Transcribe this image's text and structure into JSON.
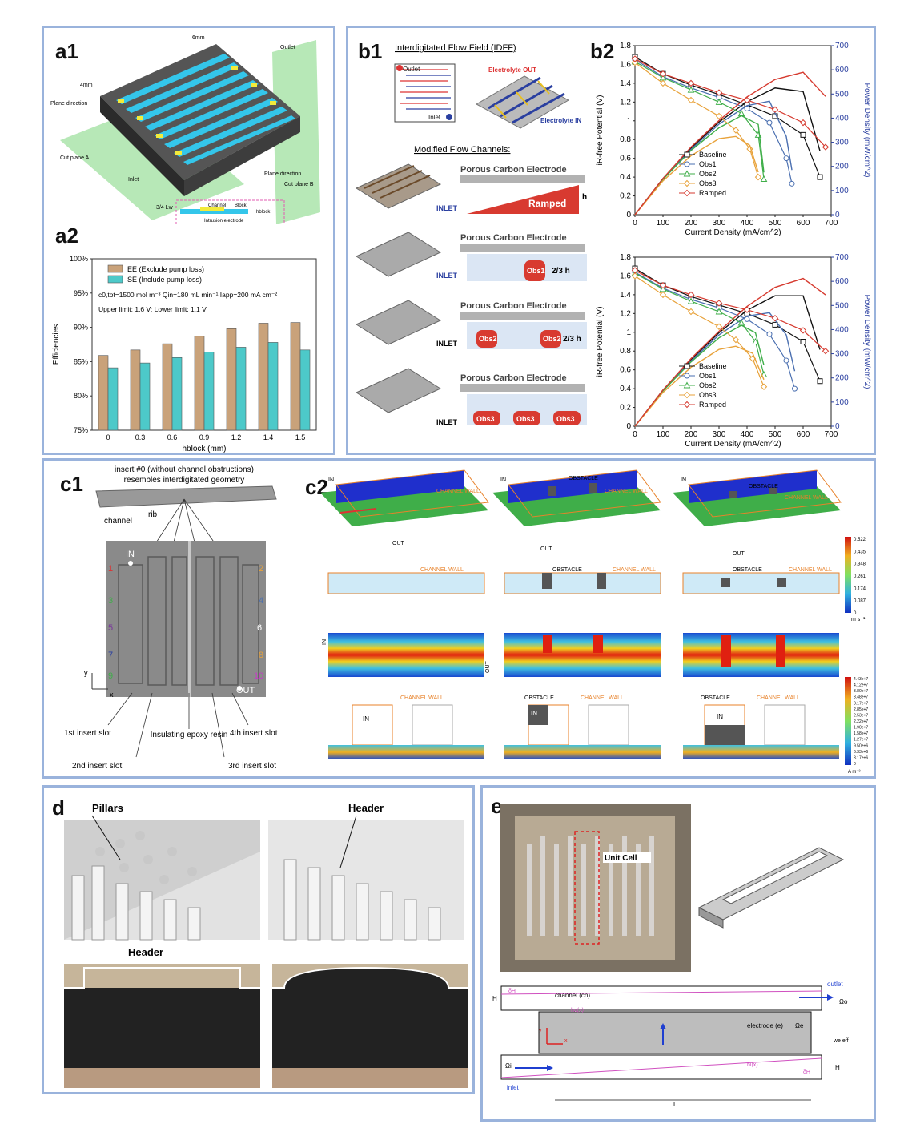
{
  "panels": {
    "a1": {
      "label": "a1",
      "texts": [
        "6mm",
        "Outlet",
        "4mm",
        "Plane direction",
        "Cut plane A",
        "Inlet",
        "Plane direction",
        "Cut plane B",
        "3/4 Lw",
        "Channel",
        "Block",
        "hblock",
        "Intrusion electrode"
      ]
    },
    "a2": {
      "label": "a2"
    },
    "b1": {
      "label": "b1",
      "title": "Interdigitated Flow Field (IDFF)",
      "outlet": "Outlet",
      "inlet": "Inlet",
      "elec_out": "Electrolyte OUT",
      "elec_in": "Electrolyte IN",
      "modified": "Modified Flow Channels:",
      "pce": "Porous Carbon Electrode",
      "inlet_caps": "INLET",
      "ramped": "Ramped",
      "h": "h",
      "obs1": "Obs1",
      "obs2": "Obs2",
      "obs3": "Obs3",
      "twothirds": "2/3 h"
    },
    "b2": {
      "label": "b2"
    },
    "c1": {
      "label": "c1",
      "insert_title": "insert #0 (without channel obstructions)",
      "insert_sub": "resembles interdigitated geometry",
      "channel": "channel",
      "rib": "rib",
      "in": "IN",
      "out": "OUT",
      "slot1": "1st insert slot",
      "slot2": "2nd insert slot",
      "slot3": "3rd insert slot",
      "slot4": "4th insert slot",
      "epoxy": "Insulating epoxy resin",
      "nums": [
        "1",
        "2",
        "3",
        "4",
        "5",
        "6",
        "7",
        "8",
        "9",
        "10"
      ],
      "y": "y",
      "x": "x"
    },
    "c2": {
      "label": "c2",
      "in": "IN",
      "out": "OUT",
      "wall": "CHANNEL WALL",
      "obstacle": "OBSTACLE",
      "cb1": [
        "0.522",
        "0.435",
        "0.348",
        "0.261",
        "0.174",
        "0.087",
        "0"
      ],
      "cb1_unit": "m s⁻¹",
      "cb2": [
        "4.43e+7",
        "4.12e+7",
        "3.80e+7",
        "3.48e+7",
        "3.17e+7",
        "2.85e+7",
        "2.53e+7",
        "2.22e+7",
        "1.90e+7",
        "1.58e+7",
        "1.27e+7",
        "9.50e+6",
        "6.33e+6",
        "3.17e+6",
        "0"
      ],
      "cb2_unit": "A m⁻³"
    },
    "d": {
      "label": "d",
      "pillars": "Pillars",
      "header": "Header",
      "header2": "Header"
    },
    "e": {
      "label": "e",
      "unit_cell": "Unit Cell",
      "channel": "channel (ch)",
      "outlet": "outlet",
      "inlet": "inlet",
      "electrode": "electrode (e)",
      "omega_e": "Ωe",
      "omega_o": "Ωo",
      "omega_i": "Ωi",
      "H": "H",
      "L": "L",
      "dH": "δH",
      "ho": "ho(x)",
      "hi": "hi(x)",
      "weff": "we eff",
      "y": "y",
      "x": "x"
    }
  },
  "chart_data": [
    {
      "type": "bar",
      "title": "",
      "categories": [
        "0",
        "0.3",
        "0.6",
        "0.9",
        "1.2",
        "1.4",
        "1.5"
      ],
      "series": [
        {
          "name": "EE (Exclude pump loss)",
          "values": [
            85.9,
            86.7,
            87.6,
            88.7,
            89.8,
            90.6,
            90.7
          ],
          "color": "#c9a27a"
        },
        {
          "name": "SE (Include pump loss)",
          "values": [
            84.1,
            84.8,
            85.6,
            86.4,
            87.1,
            87.8,
            86.7
          ],
          "color": "#4dc9c9"
        }
      ],
      "xlabel": "hblock (mm)",
      "ylabel": "Efficiencies",
      "yticks": [
        "75%",
        "80%",
        "85%",
        "90%",
        "95%",
        "100%"
      ],
      "ylim": [
        75,
        100
      ],
      "annotations": [
        "c0,tot=1500 mol m⁻³  Qin=180 mL min⁻¹  Iapp=200 mA cm⁻²",
        "Upper limit: 1.6 V; Lower limit: 1.1 V"
      ]
    },
    {
      "type": "line",
      "title": "",
      "xlabel": "Current Density (mA/cm^2)",
      "ylabel": "iR-free Potential (V)",
      "y2label": "Power Density (mW/cm^2)",
      "xticks": [
        0,
        100,
        200,
        300,
        400,
        500,
        600,
        700
      ],
      "yticks": [
        0,
        0.2,
        0.4,
        0.6,
        0.8,
        1,
        1.2,
        1.4,
        1.6,
        1.8
      ],
      "y2ticks": [
        0,
        100,
        200,
        300,
        400,
        500,
        600,
        700
      ],
      "xlim": [
        0,
        700
      ],
      "ylim": [
        0,
        1.8
      ],
      "y2lim": [
        0,
        700
      ],
      "series": [
        {
          "name": "Baseline",
          "color": "#111111",
          "marker": "square",
          "potential": [
            [
              0,
              1.68
            ],
            [
              100,
              1.5
            ],
            [
              200,
              1.38
            ],
            [
              300,
              1.28
            ],
            [
              400,
              1.17
            ],
            [
              500,
              1.05
            ],
            [
              600,
              0.85
            ],
            [
              660,
              0.4
            ]
          ],
          "power": [
            [
              0,
              0
            ],
            [
              100,
              150
            ],
            [
              200,
              276
            ],
            [
              300,
              384
            ],
            [
              400,
              468
            ],
            [
              500,
              525
            ],
            [
              600,
              510
            ],
            [
              660,
              264
            ]
          ]
        },
        {
          "name": "Obs1",
          "color": "#4a6fb0",
          "marker": "circle",
          "potential": [
            [
              0,
              1.65
            ],
            [
              100,
              1.47
            ],
            [
              200,
              1.35
            ],
            [
              300,
              1.25
            ],
            [
              400,
              1.13
            ],
            [
              480,
              0.98
            ],
            [
              540,
              0.6
            ],
            [
              560,
              0.33
            ]
          ],
          "power": [
            [
              0,
              0
            ],
            [
              100,
              147
            ],
            [
              200,
              270
            ],
            [
              300,
              375
            ],
            [
              400,
              452
            ],
            [
              480,
              470
            ],
            [
              540,
              324
            ],
            [
              560,
              185
            ]
          ]
        },
        {
          "name": "Obs2",
          "color": "#3fae49",
          "marker": "triangle",
          "potential": [
            [
              0,
              1.63
            ],
            [
              100,
              1.46
            ],
            [
              200,
              1.33
            ],
            [
              300,
              1.2
            ],
            [
              380,
              1.08
            ],
            [
              440,
              0.85
            ],
            [
              460,
              0.38
            ]
          ],
          "power": [
            [
              0,
              0
            ],
            [
              100,
              146
            ],
            [
              200,
              266
            ],
            [
              300,
              360
            ],
            [
              380,
              410
            ],
            [
              440,
              374
            ],
            [
              460,
              175
            ]
          ]
        },
        {
          "name": "Obs3",
          "color": "#e8a23a",
          "marker": "diamond",
          "potential": [
            [
              0,
              1.62
            ],
            [
              100,
              1.4
            ],
            [
              200,
              1.22
            ],
            [
              300,
              1.05
            ],
            [
              360,
              0.9
            ],
            [
              410,
              0.7
            ],
            [
              440,
              0.4
            ]
          ],
          "power": [
            [
              0,
              0
            ],
            [
              100,
              140
            ],
            [
              200,
              244
            ],
            [
              300,
              315
            ],
            [
              360,
              324
            ],
            [
              410,
              287
            ],
            [
              440,
              176
            ]
          ]
        },
        {
          "name": "Ramped",
          "color": "#d63a2f",
          "marker": "diamond",
          "potential": [
            [
              0,
              1.66
            ],
            [
              100,
              1.5
            ],
            [
              200,
              1.4
            ],
            [
              300,
              1.3
            ],
            [
              400,
              1.22
            ],
            [
              500,
              1.12
            ],
            [
              600,
              0.98
            ],
            [
              680,
              0.72
            ]
          ],
          "power": [
            [
              0,
              0
            ],
            [
              100,
              150
            ],
            [
              200,
              280
            ],
            [
              300,
              390
            ],
            [
              400,
              488
            ],
            [
              500,
              560
            ],
            [
              600,
              590
            ],
            [
              680,
              490
            ]
          ]
        }
      ]
    },
    {
      "type": "line",
      "title": "",
      "xlabel": "Current Density (mA/cm^2)",
      "ylabel": "iR-free Potential (V)",
      "y2label": "Power Density (mW/cm^2)",
      "xticks": [
        0,
        100,
        200,
        300,
        400,
        500,
        600,
        700
      ],
      "yticks": [
        0,
        0.2,
        0.4,
        0.6,
        0.8,
        1,
        1.2,
        1.4,
        1.6,
        1.8
      ],
      "y2ticks": [
        0,
        100,
        200,
        300,
        400,
        500,
        600,
        700
      ],
      "xlim": [
        0,
        700
      ],
      "ylim": [
        0,
        1.8
      ],
      "y2lim": [
        0,
        700
      ],
      "series": [
        {
          "name": "Baseline",
          "color": "#111111",
          "marker": "square",
          "potential": [
            [
              0,
              1.68
            ],
            [
              100,
              1.5
            ],
            [
              200,
              1.38
            ],
            [
              300,
              1.29
            ],
            [
              400,
              1.2
            ],
            [
              500,
              1.08
            ],
            [
              600,
              0.9
            ],
            [
              660,
              0.48
            ]
          ],
          "power": [
            [
              0,
              0
            ],
            [
              100,
              150
            ],
            [
              200,
              276
            ],
            [
              300,
              387
            ],
            [
              400,
              480
            ],
            [
              500,
              540
            ],
            [
              600,
              540
            ],
            [
              660,
              317
            ]
          ]
        },
        {
          "name": "Obs1",
          "color": "#4a6fb0",
          "marker": "circle",
          "potential": [
            [
              0,
              1.64
            ],
            [
              100,
              1.47
            ],
            [
              200,
              1.35
            ],
            [
              300,
              1.26
            ],
            [
              400,
              1.14
            ],
            [
              480,
              0.98
            ],
            [
              540,
              0.7
            ],
            [
              570,
              0.4
            ]
          ],
          "power": [
            [
              0,
              0
            ],
            [
              100,
              147
            ],
            [
              200,
              270
            ],
            [
              300,
              378
            ],
            [
              400,
              456
            ],
            [
              480,
              470
            ],
            [
              540,
              378
            ],
            [
              570,
              228
            ]
          ]
        },
        {
          "name": "Obs2",
          "color": "#3fae49",
          "marker": "triangle",
          "potential": [
            [
              0,
              1.63
            ],
            [
              100,
              1.46
            ],
            [
              200,
              1.33
            ],
            [
              300,
              1.22
            ],
            [
              380,
              1.1
            ],
            [
              430,
              0.9
            ],
            [
              460,
              0.55
            ]
          ],
          "power": [
            [
              0,
              0
            ],
            [
              100,
              146
            ],
            [
              200,
              266
            ],
            [
              300,
              366
            ],
            [
              380,
              418
            ],
            [
              430,
              387
            ],
            [
              460,
              253
            ]
          ]
        },
        {
          "name": "Obs3",
          "color": "#e8a23a",
          "marker": "diamond",
          "potential": [
            [
              0,
              1.6
            ],
            [
              100,
              1.4
            ],
            [
              200,
              1.22
            ],
            [
              300,
              1.06
            ],
            [
              360,
              0.92
            ],
            [
              420,
              0.72
            ],
            [
              460,
              0.42
            ]
          ],
          "power": [
            [
              0,
              0
            ],
            [
              100,
              140
            ],
            [
              200,
              244
            ],
            [
              300,
              318
            ],
            [
              360,
              331
            ],
            [
              420,
              302
            ],
            [
              460,
              193
            ]
          ]
        },
        {
          "name": "Ramped",
          "color": "#d63a2f",
          "marker": "diamond",
          "potential": [
            [
              0,
              1.66
            ],
            [
              100,
              1.5
            ],
            [
              200,
              1.4
            ],
            [
              300,
              1.31
            ],
            [
              400,
              1.24
            ],
            [
              500,
              1.15
            ],
            [
              600,
              1.02
            ],
            [
              680,
              0.8
            ]
          ],
          "power": [
            [
              0,
              0
            ],
            [
              100,
              150
            ],
            [
              200,
              280
            ],
            [
              300,
              393
            ],
            [
              400,
              496
            ],
            [
              500,
              575
            ],
            [
              600,
              612
            ],
            [
              680,
              544
            ]
          ]
        }
      ]
    }
  ]
}
